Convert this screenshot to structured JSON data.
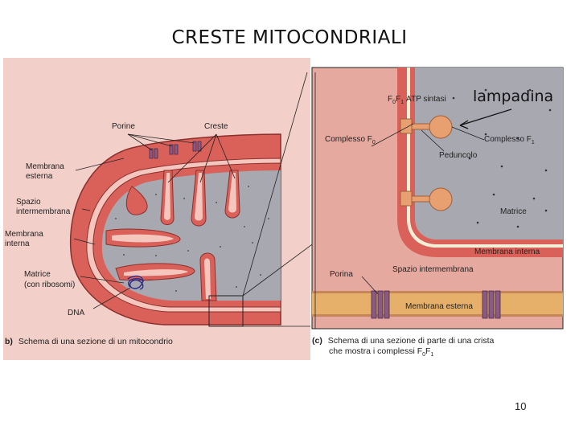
{
  "title": "CRESTE MITOCONDRIALI",
  "left_panel": {
    "labels": {
      "porine": "Porine",
      "creste": "Creste",
      "membrana_esterna": [
        "Membrana",
        "esterna"
      ],
      "spazio_intermembrana": [
        "Spazio",
        "intermembrana"
      ],
      "membrana_interna": [
        "Membrana",
        "interna"
      ],
      "matrice": [
        "Matrice",
        "(con ribosomi)"
      ],
      "dna": "DNA"
    },
    "caption_letter": "b)",
    "caption": "Schema di una sezione di un mitocondrio"
  },
  "right_panel": {
    "labels": {
      "atp_sintasi_prefix": "F",
      "atp_sintasi_sub1": "0",
      "atp_sintasi_mid": "F",
      "atp_sintasi_sub2": "1",
      "atp_sintasi": "ATP sintasi",
      "complesso_fo": "Complesso F",
      "complesso_fo_sub": "0",
      "complesso_f1": "Complesso F",
      "complesso_f1_sub": "1",
      "peduncolo": "Peduncolo",
      "matrice": "Matrice",
      "membrana_interna": "Membrana interna",
      "spazio_intermembrana": "Spazio intermembrana",
      "porina": "Porina",
      "membrana_esterna": "Membrana esterna"
    },
    "caption_letter": "(c)",
    "caption_line1": "Schema di una sezione di parte di una crista",
    "caption_line2": "che mostra i complessi F",
    "caption_sub1": "0",
    "caption_mid": "F",
    "caption_sub2": "1"
  },
  "annotation": "lampadina",
  "page_number": "10",
  "colors": {
    "membrane_red": "#d9615a",
    "matrix_gray": "#a8a8b0",
    "background_pink": "#f2cfc8",
    "right_bg": "#e6a9a0",
    "inner_membrane": "#f5efd8",
    "atp_orange": "#e8a070",
    "porin_purple": "#8a5a82",
    "outer_band": "#e6b06a"
  }
}
